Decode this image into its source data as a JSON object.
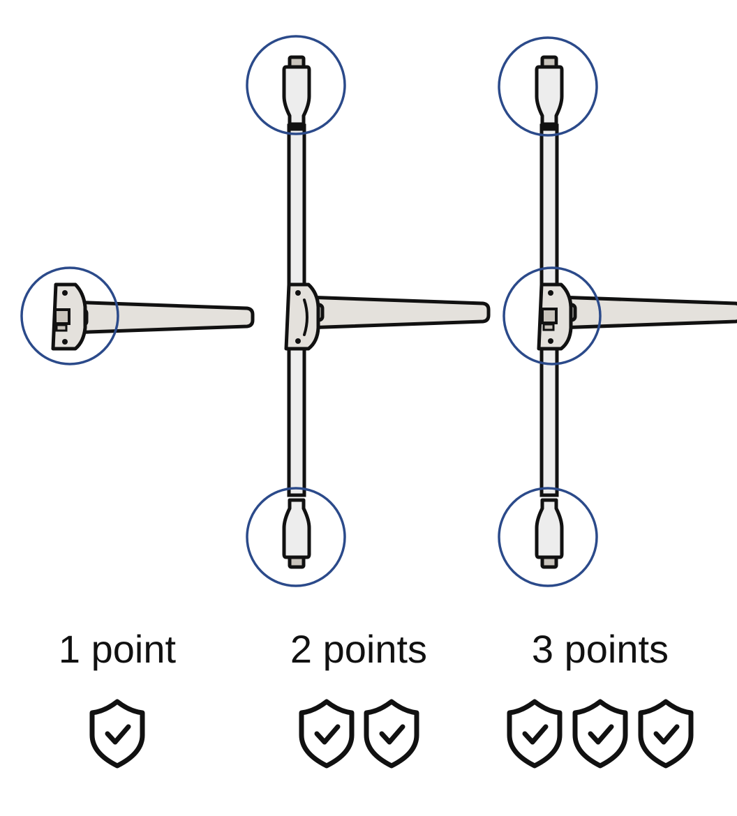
{
  "colors": {
    "outline": "#111111",
    "bar_fill": "#ededed",
    "handle_fill": "#e4e1dc",
    "cap_fill": "#c9c4bc",
    "ring": "#2b4a8a",
    "shield_fill": "#ffffff"
  },
  "columns": [
    {
      "id": "one",
      "label": "1 point",
      "points": 1
    },
    {
      "id": "two",
      "label": "2 points",
      "points": 2
    },
    {
      "id": "three",
      "label": "3 points",
      "points": 3
    }
  ],
  "icons": {
    "lock_point": "ring-highlight",
    "security": "shield-check-icon"
  }
}
